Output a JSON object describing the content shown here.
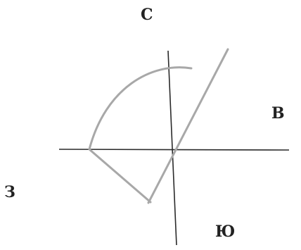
{
  "labels": {
    "north": "С",
    "east": "В",
    "west": "З",
    "south": "Ю"
  },
  "colors": {
    "axis": "#2a2a2a",
    "curve": "#a8a8a8",
    "text": "#222222"
  }
}
